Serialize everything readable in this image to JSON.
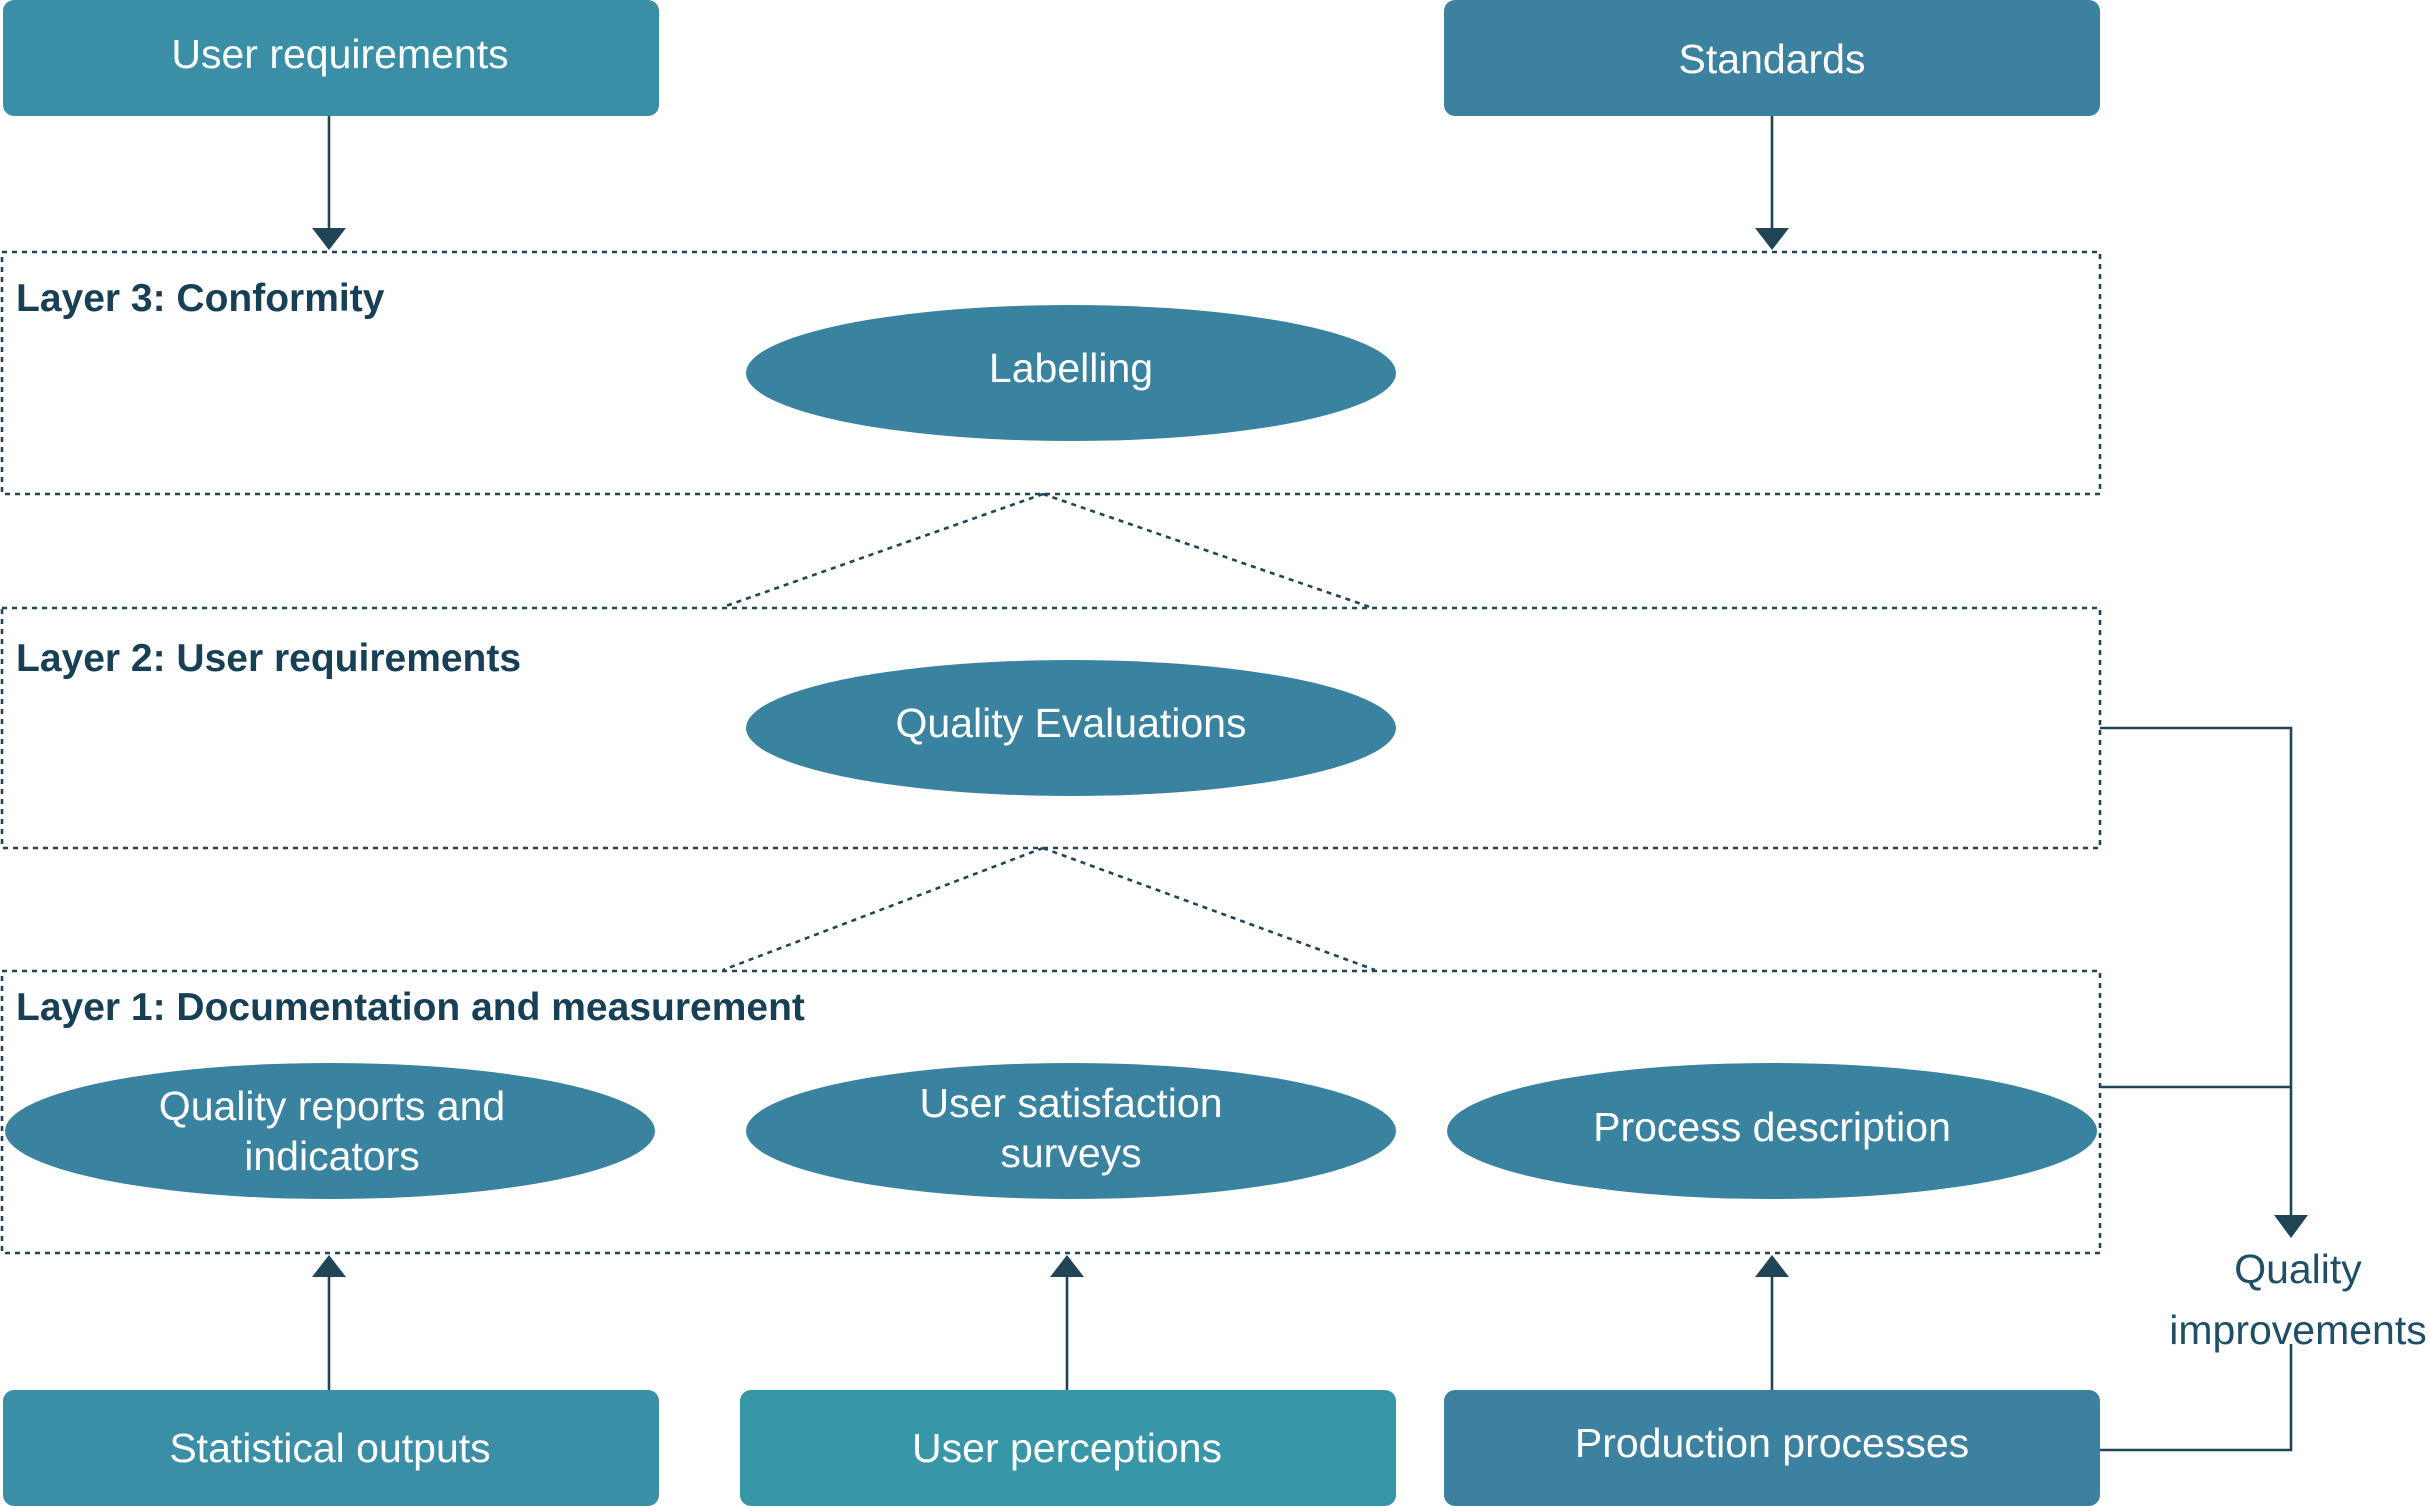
{
  "colors": {
    "box_teal": "#3a8fa6",
    "box_blue": "#3d81a0",
    "ellipse": "#3a83a0",
    "connector": "#1f4557",
    "layer_title": "#173f55"
  },
  "top_boxes": {
    "user_requirements": "User requirements",
    "standards": "Standards"
  },
  "layers": {
    "layer3": {
      "title": "Layer 3: Conformity",
      "items": [
        "Labelling"
      ]
    },
    "layer2": {
      "title": "Layer 2: User requirements",
      "items": [
        "Quality Evaluations"
      ]
    },
    "layer1": {
      "title": "Layer 1: Documentation and measurement",
      "items": [
        [
          "Quality reports and",
          "indicators"
        ],
        [
          "User satisfaction",
          "surveys"
        ],
        [
          "Process description"
        ]
      ]
    }
  },
  "bottom_boxes": {
    "statistical_outputs": "Statistical outputs",
    "user_perceptions": "User perceptions",
    "production_processes": "Production processes"
  },
  "side_label": {
    "line1": "Quality",
    "line2": "improvements"
  }
}
